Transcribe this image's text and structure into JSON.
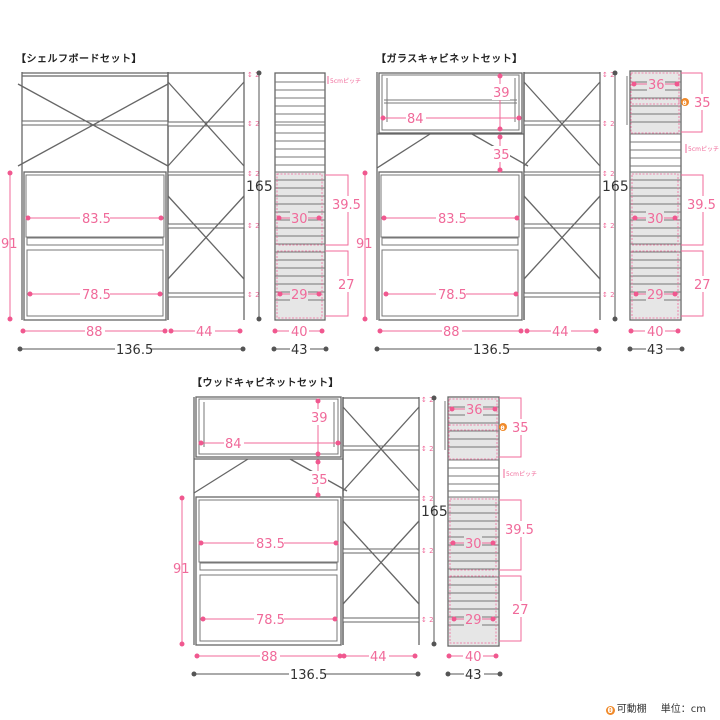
{
  "sets": [
    {
      "title": "【シェルフボードセット】",
      "type": "shelf-board",
      "dims": {
        "inner_width_upper": "83.5",
        "inner_width_lower": "78.5",
        "left_width": "88",
        "right_width": "44",
        "total_width": "136.5",
        "left_height": "91",
        "total_height": "165",
        "depth_inner": "40",
        "depth_total": "43",
        "upper_drawer_height": "39.5",
        "lower_drawer_height": "27",
        "upper_drawer_depth": "30",
        "lower_drawer_depth": "29",
        "shelf_thickness": "2",
        "pitch_label": "5cmピッチ"
      }
    },
    {
      "title": "【ガラスキャビネットセット】",
      "type": "glass-cabinet",
      "dims": {
        "cabinet_width": "84",
        "cabinet_height": "39",
        "gap_height": "35",
        "inner_width_upper": "83.5",
        "inner_width_lower": "78.5",
        "left_width": "88",
        "right_width": "44",
        "total_width": "136.5",
        "left_height": "91",
        "total_height": "165",
        "depth_inner": "40",
        "depth_total": "43",
        "cabinet_depth": "36",
        "cabinet_side_height": "35",
        "upper_drawer_height": "39.5",
        "lower_drawer_height": "27",
        "upper_drawer_depth": "30",
        "lower_drawer_depth": "29",
        "shelf_thickness": "2",
        "pitch_label": "5cmピッチ"
      }
    },
    {
      "title": "【ウッドキャビネットセット】",
      "type": "wood-cabinet",
      "dims": {
        "cabinet_width": "84",
        "cabinet_height": "39",
        "gap_height": "35",
        "inner_width_upper": "83.5",
        "inner_width_lower": "78.5",
        "left_width": "88",
        "right_width": "44",
        "total_width": "136.5",
        "left_height": "91",
        "total_height": "165",
        "depth_inner": "40",
        "depth_total": "43",
        "cabinet_depth": "36",
        "cabinet_side_height": "35",
        "upper_drawer_height": "39.5",
        "lower_drawer_height": "27",
        "upper_drawer_depth": "30",
        "lower_drawer_depth": "29",
        "shelf_thickness": "2",
        "pitch_label": "5cmピッチ"
      }
    }
  ],
  "legend": {
    "movable_mark": "θ",
    "movable_label": "可動棚",
    "unit_label": "単位：cm"
  },
  "colors": {
    "dimension_pink": "#f06a9a",
    "movable_orange": "#f08a2a",
    "frame_gray": "#666666"
  }
}
